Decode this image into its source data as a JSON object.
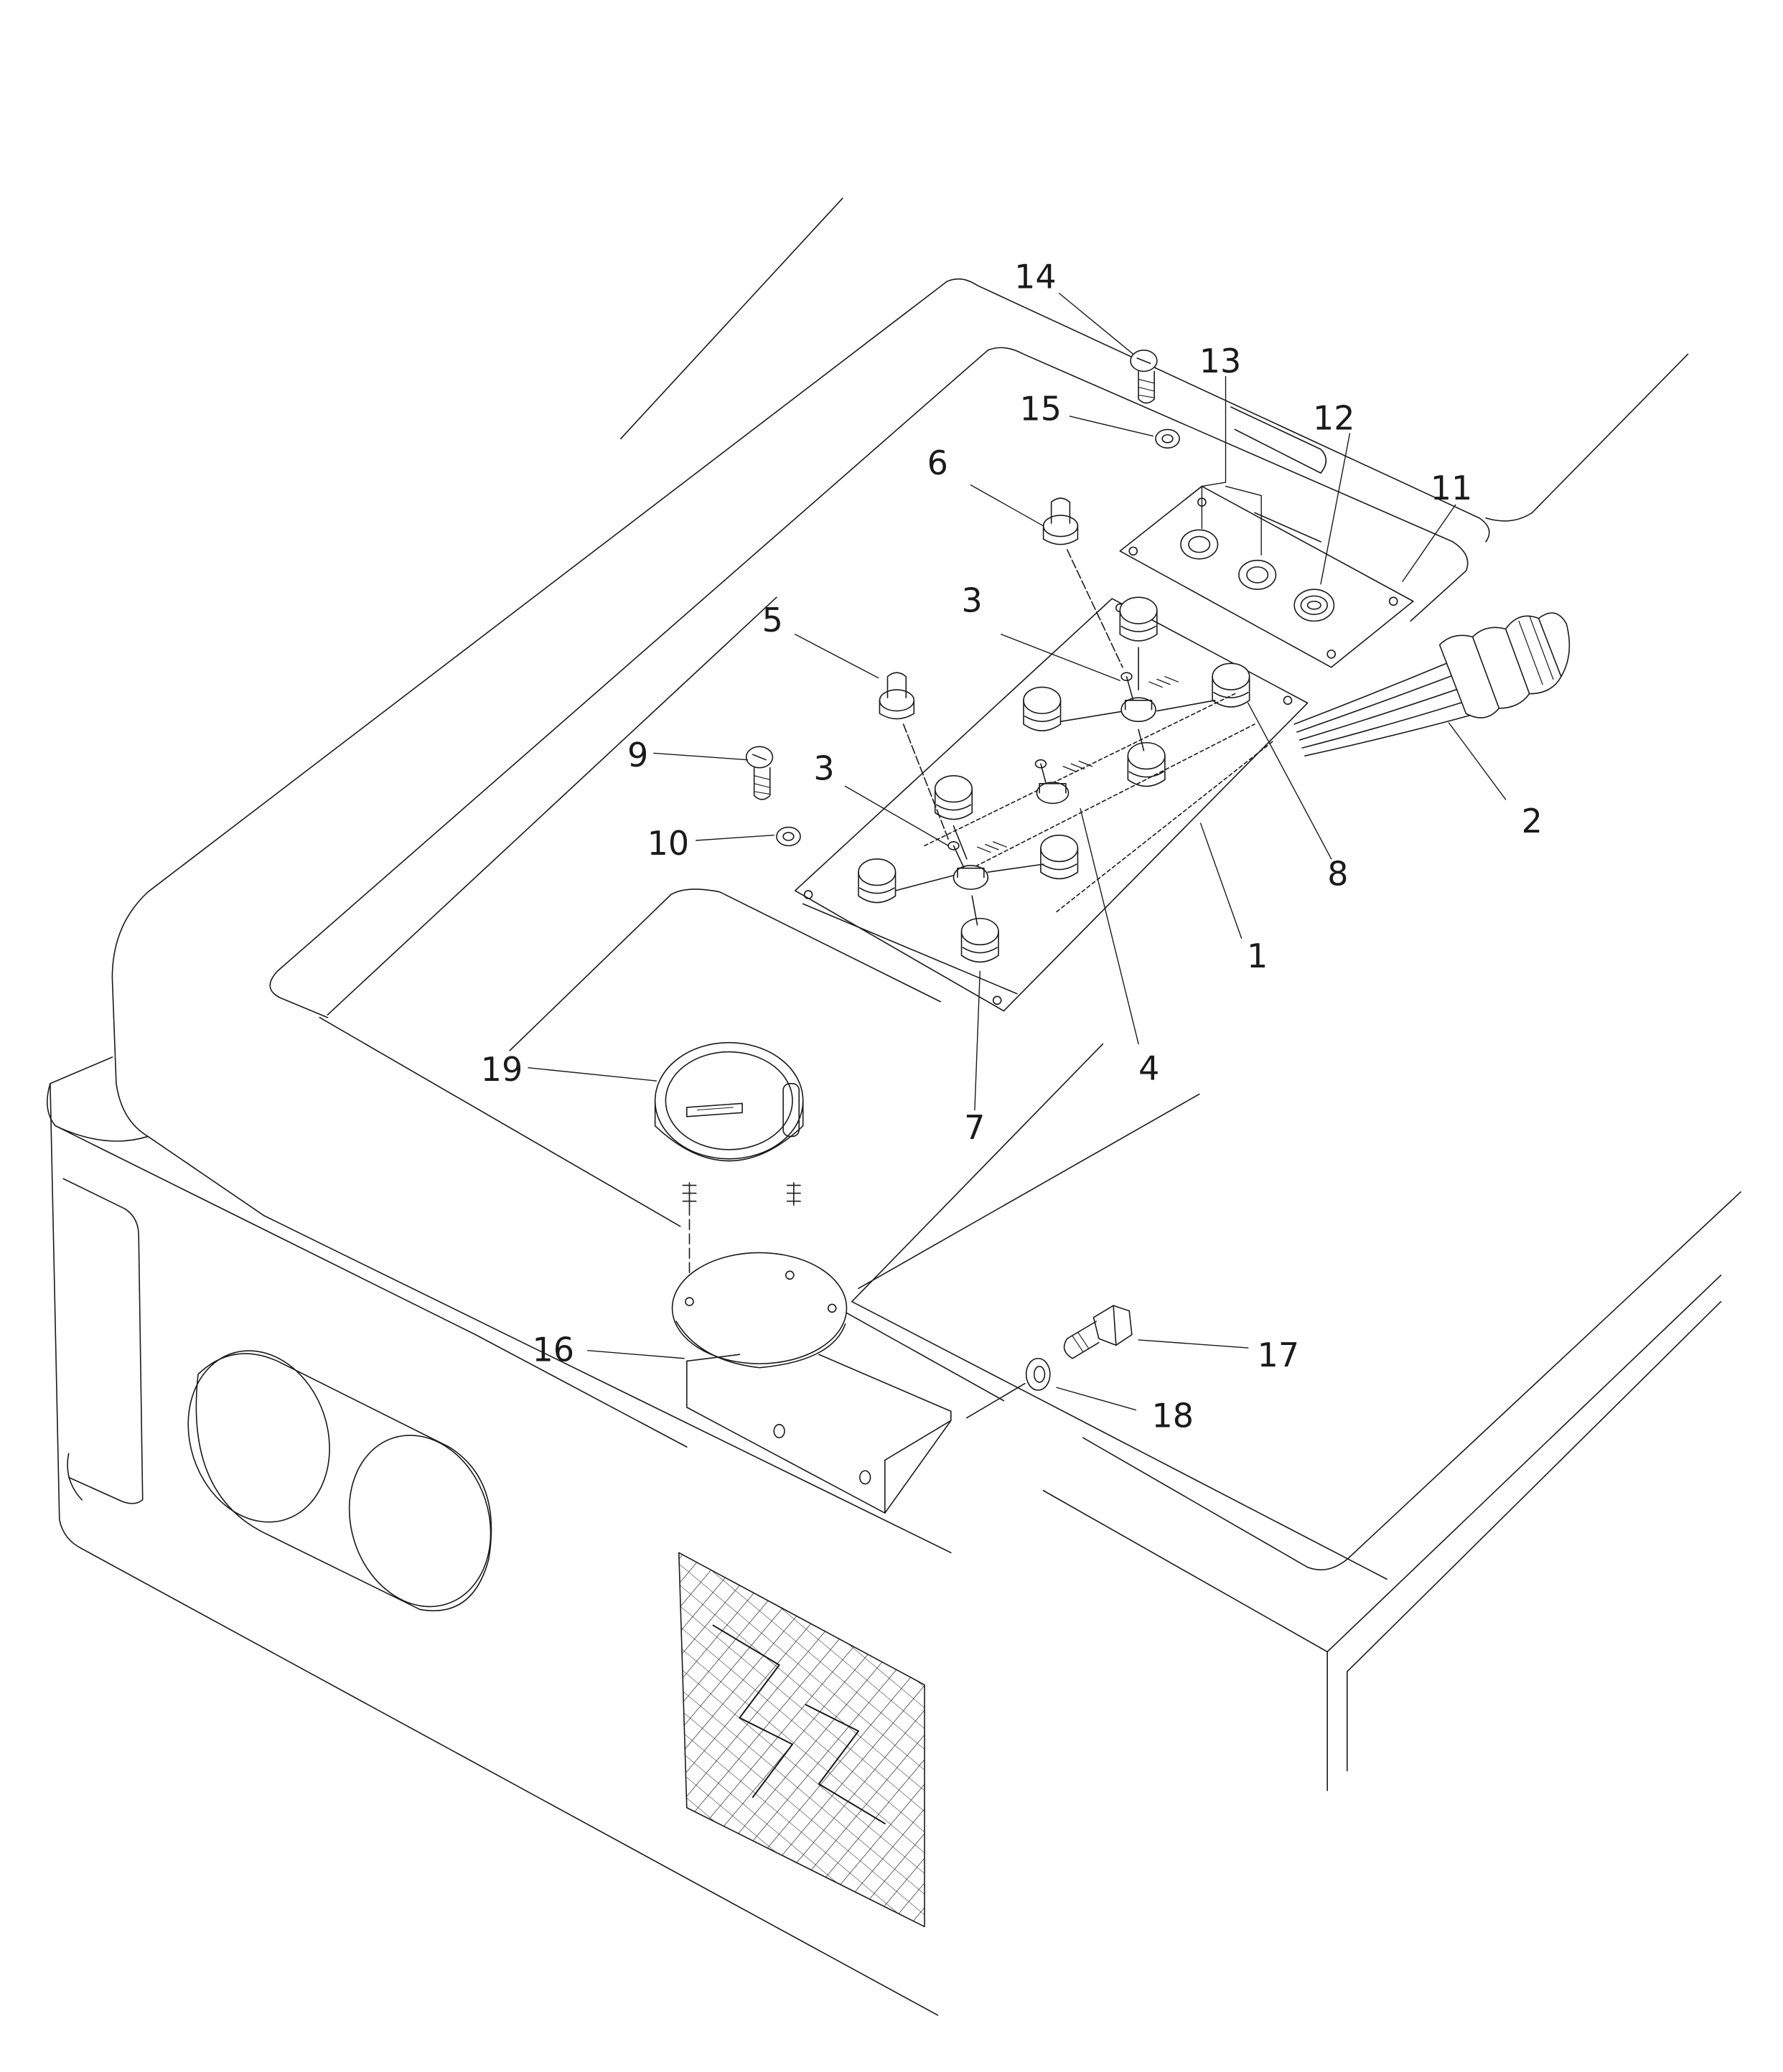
{
  "diagram": {
    "type": "exploded parts diagram",
    "callouts": [
      {
        "id": "1",
        "label": "1"
      },
      {
        "id": "2",
        "label": "2"
      },
      {
        "id": "3a",
        "label": "3"
      },
      {
        "id": "3b",
        "label": "3"
      },
      {
        "id": "4",
        "label": "4"
      },
      {
        "id": "5",
        "label": "5"
      },
      {
        "id": "6",
        "label": "6"
      },
      {
        "id": "7",
        "label": "7"
      },
      {
        "id": "8",
        "label": "8"
      },
      {
        "id": "9",
        "label": "9"
      },
      {
        "id": "10",
        "label": "10"
      },
      {
        "id": "11",
        "label": "11"
      },
      {
        "id": "12",
        "label": "12"
      },
      {
        "id": "13",
        "label": "13"
      },
      {
        "id": "14",
        "label": "14"
      },
      {
        "id": "15",
        "label": "15"
      },
      {
        "id": "16",
        "label": "16"
      },
      {
        "id": "17",
        "label": "17"
      },
      {
        "id": "18",
        "label": "18"
      },
      {
        "id": "19",
        "label": "19"
      }
    ]
  },
  "colors": {
    "line": "#1a1a1a",
    "background": "#ffffff"
  }
}
